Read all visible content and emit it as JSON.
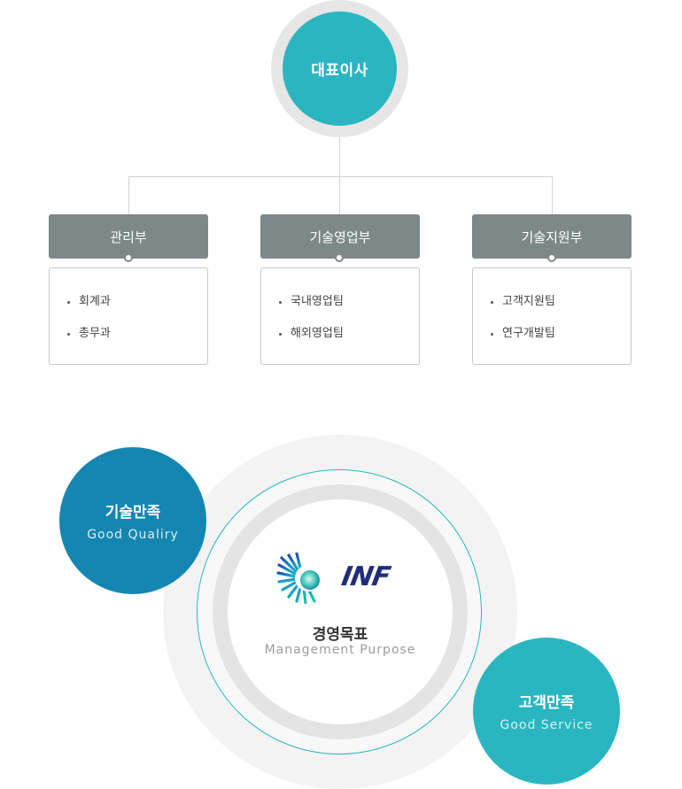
{
  "org": {
    "ceo": "대표이사",
    "departments": [
      {
        "name": "관리부",
        "teams": [
          "회계과",
          "총무과"
        ]
      },
      {
        "name": "기술영업부",
        "teams": [
          "국내영업팀",
          "해외영업팀"
        ]
      },
      {
        "name": "기술지원부",
        "teams": [
          "고객지원팀",
          "연구개발팀"
        ]
      }
    ]
  },
  "goals": {
    "logo_text": "INF",
    "center_kr": "경영목표",
    "center_en": "Management Purpose",
    "tech_kr": "기술만족",
    "tech_en": "Good Qualiry",
    "customer_kr": "고객만족",
    "customer_en": "Good Service"
  },
  "colors": {
    "teal": "#2ab5c1",
    "blue": "#1586b1",
    "dept_gray": "#7d8889",
    "logo_navy": "#1f2d7a"
  }
}
